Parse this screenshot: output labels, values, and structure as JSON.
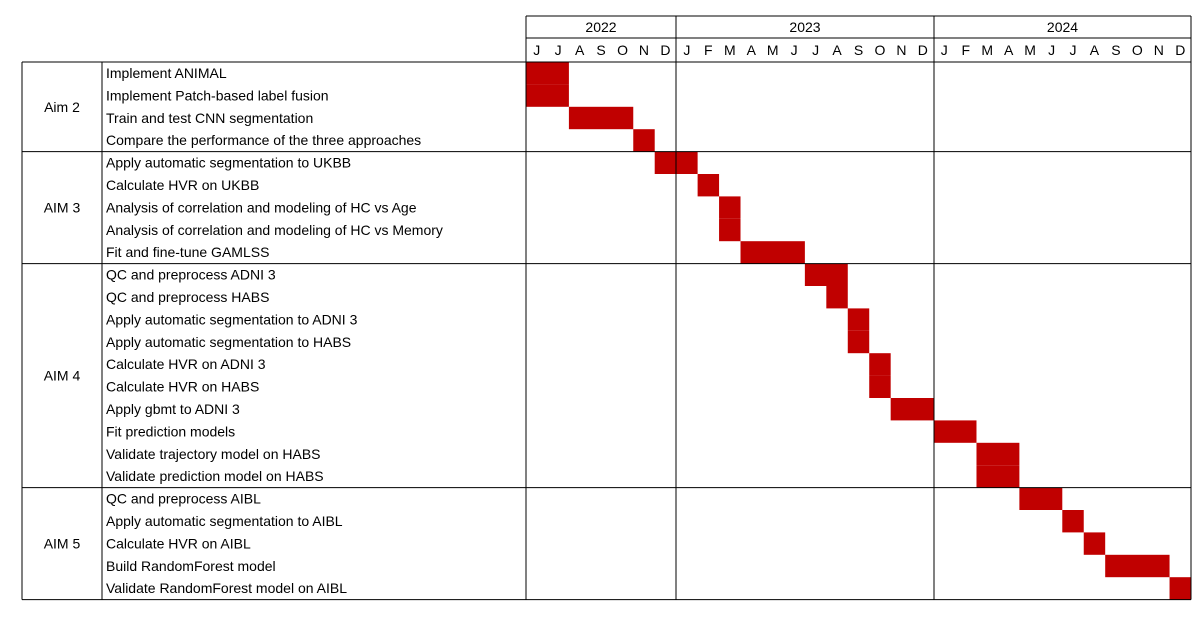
{
  "chart_data": {
    "type": "gantt",
    "years": [
      "2022",
      "2023",
      "2024"
    ],
    "month_labels": [
      "J",
      "J",
      "A",
      "S",
      "O",
      "N",
      "D",
      "J",
      "F",
      "M",
      "A",
      "M",
      "J",
      "J",
      "A",
      "S",
      "O",
      "N",
      "D",
      "J",
      "F",
      "M",
      "A",
      "M",
      "J",
      "J",
      "A",
      "S",
      "O",
      "N",
      "D"
    ],
    "month_start": "2022-06",
    "bar_color": "#c00000",
    "groups": [
      {
        "label": "Aim 2",
        "tasks": [
          {
            "name": "Implement ANIMAL",
            "start": "2022-06",
            "end": "2022-07"
          },
          {
            "name": "Implement Patch-based label fusion",
            "start": "2022-06",
            "end": "2022-07"
          },
          {
            "name": "Train and test CNN segmentation",
            "start": "2022-08",
            "end": "2022-10"
          },
          {
            "name": "Compare the performance of the three approaches",
            "start": "2022-11",
            "end": "2022-11"
          }
        ]
      },
      {
        "label": "AIM 3",
        "tasks": [
          {
            "name": "Apply automatic segmentation to UKBB",
            "start": "2022-12",
            "end": "2023-01"
          },
          {
            "name": "Calculate HVR on UKBB",
            "start": "2023-02",
            "end": "2023-02"
          },
          {
            "name": "Analysis of correlation and modeling of HC vs Age",
            "start": "2023-03",
            "end": "2023-03"
          },
          {
            "name": "Analysis of correlation and modeling of HC vs Memory",
            "start": "2023-03",
            "end": "2023-03"
          },
          {
            "name": "Fit and fine-tune GAMLSS",
            "start": "2023-04",
            "end": "2023-06"
          }
        ]
      },
      {
        "label": "AIM 4",
        "tasks": [
          {
            "name": "QC and preprocess ADNI 3",
            "start": "2023-07",
            "end": "2023-08"
          },
          {
            "name": "QC and preprocess HABS",
            "start": "2023-08",
            "end": "2023-08"
          },
          {
            "name": "Apply automatic segmentation to ADNI 3",
            "start": "2023-09",
            "end": "2023-09"
          },
          {
            "name": "Apply automatic segmentation to HABS",
            "start": "2023-09",
            "end": "2023-09"
          },
          {
            "name": "Calculate HVR on ADNI 3",
            "start": "2023-10",
            "end": "2023-10"
          },
          {
            "name": "Calculate HVR on HABS",
            "start": "2023-10",
            "end": "2023-10"
          },
          {
            "name": "Apply gbmt to ADNI 3",
            "start": "2023-11",
            "end": "2023-12"
          },
          {
            "name": "Fit prediction models",
            "start": "2024-01",
            "end": "2024-02"
          },
          {
            "name": "Validate trajectory model on HABS",
            "start": "2024-03",
            "end": "2024-04"
          },
          {
            "name": "Validate prediction model on HABS",
            "start": "2024-03",
            "end": "2024-04"
          }
        ]
      },
      {
        "label": "AIM 5",
        "tasks": [
          {
            "name": "QC and preprocess AIBL",
            "start": "2024-05",
            "end": "2024-06"
          },
          {
            "name": "Apply automatic segmentation to AIBL",
            "start": "2024-07",
            "end": "2024-07"
          },
          {
            "name": "Calculate HVR on AIBL",
            "start": "2024-08",
            "end": "2024-08"
          },
          {
            "name": "Build RandomForest model",
            "start": "2024-09",
            "end": "2024-11"
          },
          {
            "name": "Validate RandomForest model on AIBL",
            "start": "2024-12",
            "end": "2024-12"
          }
        ]
      }
    ]
  }
}
